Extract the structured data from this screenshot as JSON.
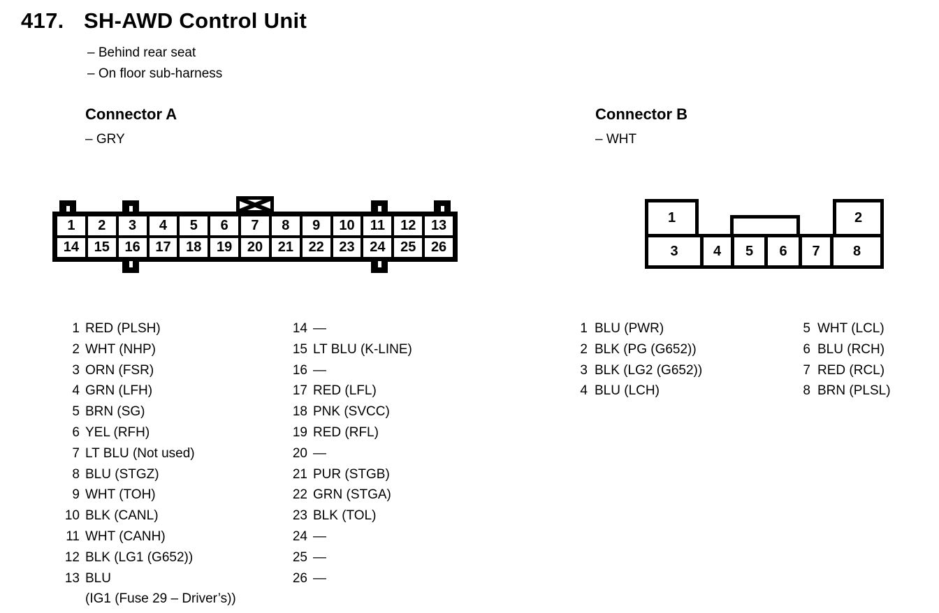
{
  "page": {
    "number": "417.",
    "title": "SH-AWD Control Unit",
    "notes": [
      "– Behind rear seat",
      "– On floor sub-harness"
    ]
  },
  "connector_a": {
    "heading": "Connector A",
    "color_note": "– GRY",
    "diagram": {
      "top_row": [
        "1",
        "2",
        "3",
        "4",
        "5",
        "6",
        "7",
        "8",
        "9",
        "10",
        "11",
        "12",
        "13"
      ],
      "bottom_row": [
        "14",
        "15",
        "16",
        "17",
        "18",
        "19",
        "20",
        "21",
        "22",
        "23",
        "24",
        "25",
        "26"
      ]
    },
    "pins_col1": [
      {
        "n": "1",
        "label": "RED (PLSH)"
      },
      {
        "n": "2",
        "label": "WHT (NHP)"
      },
      {
        "n": "3",
        "label": "ORN (FSR)"
      },
      {
        "n": "4",
        "label": "GRN (LFH)"
      },
      {
        "n": "5",
        "label": "BRN (SG)"
      },
      {
        "n": "6",
        "label": "YEL (RFH)"
      },
      {
        "n": "7",
        "label": "LT BLU (Not used)"
      },
      {
        "n": "8",
        "label": "BLU (STGZ)"
      },
      {
        "n": "9",
        "label": "WHT (TOH)"
      },
      {
        "n": "10",
        "label": "BLK (CANL)"
      },
      {
        "n": "11",
        "label": "WHT (CANH)"
      },
      {
        "n": "12",
        "label": "BLK (LG1 (G652))"
      },
      {
        "n": "13",
        "label": "BLU\n(IG1 (Fuse 29 – Driver’s))"
      }
    ],
    "pins_col2": [
      {
        "n": "14",
        "label": "—"
      },
      {
        "n": "15",
        "label": "LT BLU (K-LINE)"
      },
      {
        "n": "16",
        "label": "—"
      },
      {
        "n": "17",
        "label": "RED (LFL)"
      },
      {
        "n": "18",
        "label": "PNK (SVCC)"
      },
      {
        "n": "19",
        "label": "RED (RFL)"
      },
      {
        "n": "20",
        "label": "—"
      },
      {
        "n": "21",
        "label": "PUR (STGB)"
      },
      {
        "n": "22",
        "label": "GRN (STGA)"
      },
      {
        "n": "23",
        "label": "BLK (TOL)"
      },
      {
        "n": "24",
        "label": "—"
      },
      {
        "n": "25",
        "label": "—"
      },
      {
        "n": "26",
        "label": "—"
      }
    ]
  },
  "connector_b": {
    "heading": "Connector B",
    "color_note": "– WHT",
    "diagram": {
      "cells": {
        "c1": "1",
        "c2": "2",
        "c3": "3",
        "c4": "4",
        "c5": "5",
        "c6": "6",
        "c7": "7",
        "c8": "8"
      }
    },
    "pins_col1": [
      {
        "n": "1",
        "label": "BLU (PWR)"
      },
      {
        "n": "2",
        "label": "BLK (PG (G652))"
      },
      {
        "n": "3",
        "label": "BLK (LG2 (G652))"
      },
      {
        "n": "4",
        "label": "BLU (LCH)"
      }
    ],
    "pins_col2": [
      {
        "n": "5",
        "label": "WHT (LCL)"
      },
      {
        "n": "6",
        "label": "BLU (RCH)"
      },
      {
        "n": "7",
        "label": "RED (RCL)"
      },
      {
        "n": "8",
        "label": "BRN (PLSL)"
      }
    ]
  }
}
